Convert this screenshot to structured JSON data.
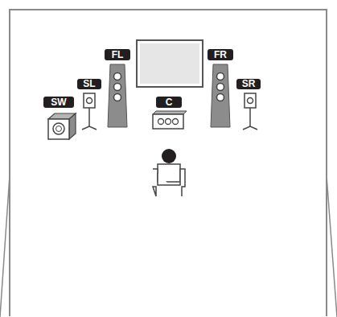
{
  "diagram": {
    "nodes": [
      {
        "text": [
          "FL"
        ]
      },
      {
        "text": [
          "FR"
        ]
      },
      {
        "text": [
          "SL"
        ]
      },
      {
        "text": [
          "SR"
        ]
      },
      {
        "text": [
          "SW"
        ]
      },
      {
        "text": [
          "C"
        ]
      }
    ]
  }
}
